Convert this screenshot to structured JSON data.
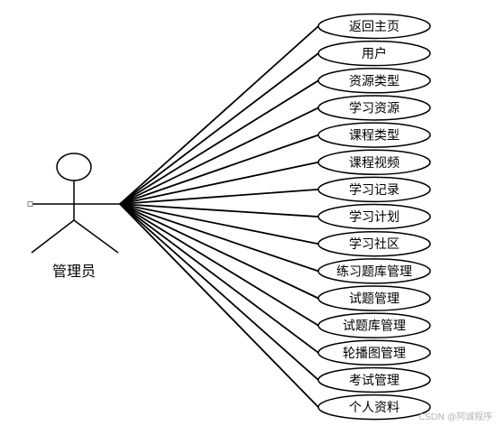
{
  "actor": {
    "label": "管理员"
  },
  "use_cases": [
    {
      "label": "返回主页"
    },
    {
      "label": "用户"
    },
    {
      "label": "资源类型"
    },
    {
      "label": "学习资源"
    },
    {
      "label": "课程类型"
    },
    {
      "label": "课程视频"
    },
    {
      "label": "学习记录"
    },
    {
      "label": "学习计划"
    },
    {
      "label": "学习社区"
    },
    {
      "label": "练习题库管理"
    },
    {
      "label": "试题管理"
    },
    {
      "label": "试题库管理"
    },
    {
      "label": "轮播图管理"
    },
    {
      "label": "考试管理"
    },
    {
      "label": "个人资料"
    }
  ],
  "watermark": "CSDN @阿诚程序"
}
